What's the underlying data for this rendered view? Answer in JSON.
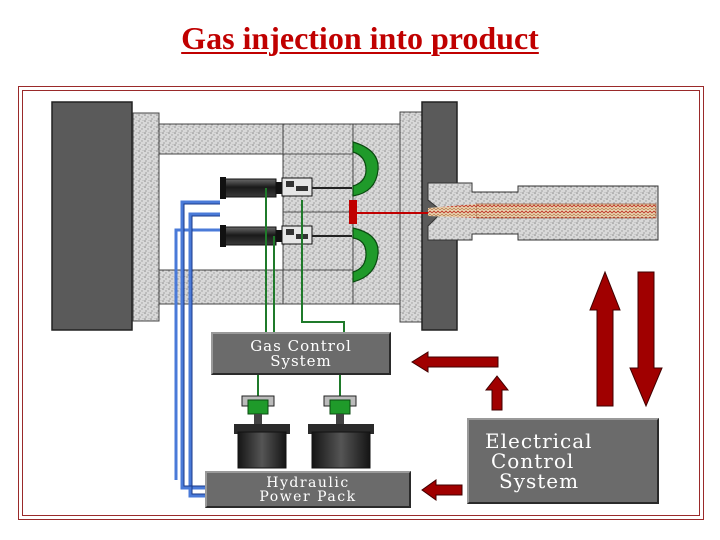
{
  "title": "Gas injection into product",
  "labels": {
    "gas_control": [
      "Gas Control",
      "System"
    ],
    "hydraulic": [
      "Hydraulic",
      "Power Pack"
    ],
    "electrical": [
      "Electrical",
      "Control",
      "System"
    ]
  },
  "colors": {
    "title": "#c00000",
    "frame": "#9a2a2a",
    "mold_green": "#1f9a2a",
    "arrow_red": "#a00000",
    "gas_line_red": "#c00000",
    "hydraulic_line_blue": "#4a7ad8",
    "gas_line_green": "#1f7a2a",
    "box_gray": "#6b6b6b",
    "platen_gray": "#5a5a5a"
  }
}
